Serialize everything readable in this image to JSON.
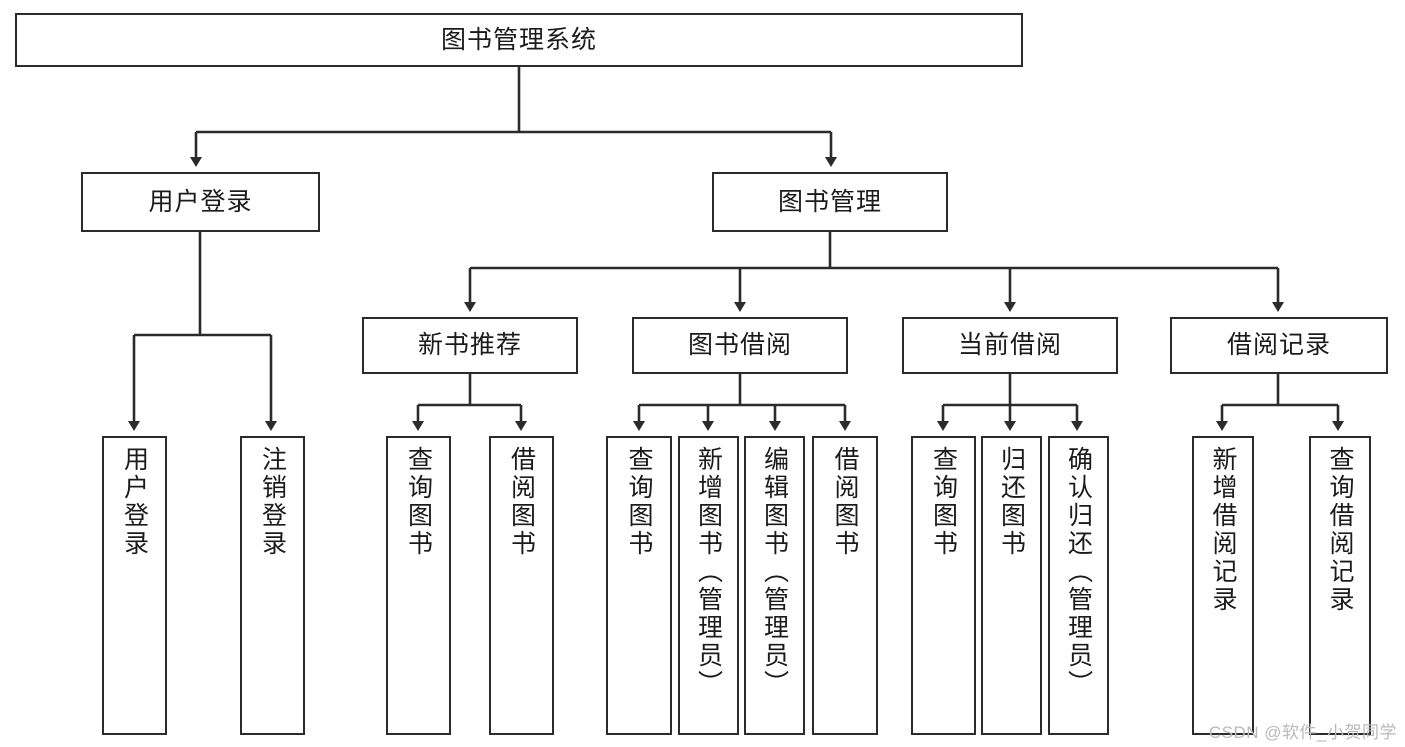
{
  "diagram": {
    "title": "图书管理系统",
    "watermark": "CSDN @软件_小贺同学",
    "colors": {
      "stroke": "#2b2b2b",
      "fill": "#ffffff",
      "text": "#1b1b1b",
      "watermark": "#b9b9b9"
    },
    "levels": {
      "root": {
        "label": "图书管理系统"
      },
      "level2": [
        {
          "id": "user-login",
          "label": "用户登录"
        },
        {
          "id": "book-management",
          "label": "图书管理"
        }
      ],
      "level3": [
        {
          "id": "new-book-recommend",
          "label": "新书推荐"
        },
        {
          "id": "book-borrow",
          "label": "图书借阅"
        },
        {
          "id": "current-borrow",
          "label": "当前借阅"
        },
        {
          "id": "borrow-record",
          "label": "借阅记录"
        }
      ],
      "leaves": {
        "user-login": [
          {
            "id": "leaf-user-login",
            "label": "用户登录"
          },
          {
            "id": "leaf-user-logout",
            "label": "注销登录"
          }
        ],
        "new-book-recommend": [
          {
            "id": "leaf-query-book-1",
            "label": "查询图书"
          },
          {
            "id": "leaf-borrow-book-1",
            "label": "借阅图书"
          }
        ],
        "book-borrow": [
          {
            "id": "leaf-query-book-2",
            "label": "查询图书"
          },
          {
            "id": "leaf-add-book",
            "label": "新增图书（管理员）"
          },
          {
            "id": "leaf-edit-book",
            "label": "编辑图书（管理员）"
          },
          {
            "id": "leaf-borrow-book-2",
            "label": "借阅图书"
          }
        ],
        "current-borrow": [
          {
            "id": "leaf-query-book-3",
            "label": "查询图书"
          },
          {
            "id": "leaf-return-book",
            "label": "归还图书"
          },
          {
            "id": "leaf-confirm-return",
            "label": "确认归还（管理员）"
          }
        ],
        "borrow-record": [
          {
            "id": "leaf-add-record",
            "label": "新增借阅记录"
          },
          {
            "id": "leaf-query-record",
            "label": "查询借阅记录"
          }
        ]
      }
    }
  }
}
